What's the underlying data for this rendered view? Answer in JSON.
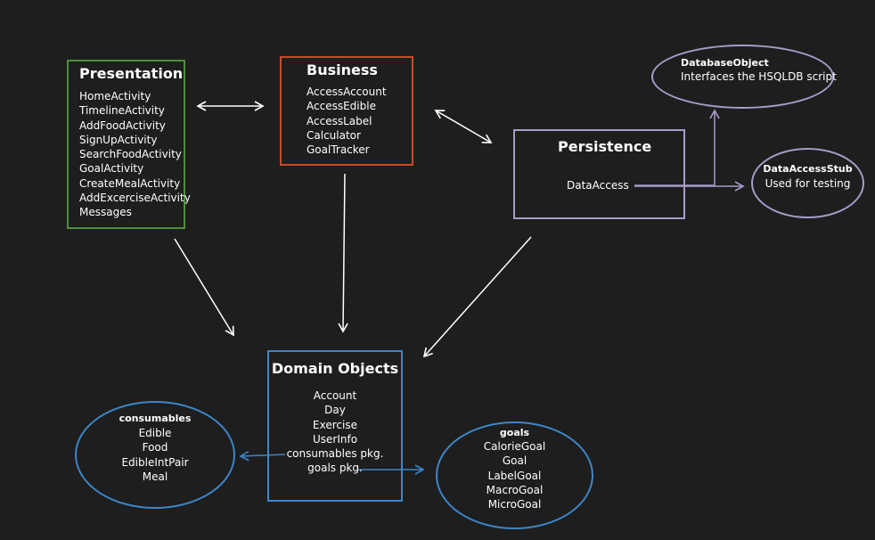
{
  "colors": {
    "background": "#1e1e1e",
    "presentation": "#4e8f3a",
    "business": "#c84a2a",
    "persistence": "#a99bc9",
    "domain": "#3d86c9",
    "arrow": "#ffffff"
  },
  "presentation": {
    "title": "Presentation",
    "items": [
      "HomeActivity",
      "TimelineActivity",
      "AddFoodActivity",
      "SignUpActivity",
      "SearchFoodActivity",
      "GoalActivity",
      "CreateMealActivity",
      "AddExcerciseActivity",
      "Messages"
    ]
  },
  "business": {
    "title": "Business",
    "items": [
      "AccessAccount",
      "AccessEdible",
      "AccessLabel",
      "Calculator",
      "GoalTracker"
    ]
  },
  "persistence": {
    "title": "Persistence",
    "items": [
      "DataAccess"
    ]
  },
  "database_object": {
    "title": "DatabaseObject",
    "description": "Interfaces the HSQLDB script"
  },
  "data_access_stub": {
    "title": "DataAccessStub",
    "description": "Used for testing"
  },
  "domain_objects": {
    "title": "Domain Objects",
    "items": [
      "Account",
      "Day",
      "Exercise",
      "UserInfo",
      "consumables pkg.",
      "goals pkg."
    ]
  },
  "consumables": {
    "title": "consumables",
    "items": [
      "Edible",
      "Food",
      "EdibleIntPair",
      "Meal"
    ]
  },
  "goals": {
    "title": "goals",
    "items": [
      "CalorieGoal",
      "Goal",
      "LabelGoal",
      "MacroGoal",
      "MicroGoal"
    ]
  }
}
